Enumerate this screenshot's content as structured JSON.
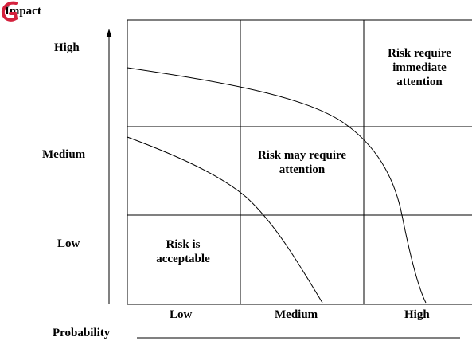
{
  "axes": {
    "y_title": "Impact",
    "x_title": "Probability",
    "y_levels": [
      "High",
      "Medium",
      "Low"
    ],
    "x_levels": [
      "Low",
      "Medium",
      "High"
    ]
  },
  "zones": {
    "acceptable_line1": "Risk is",
    "acceptable_line2": "acceptable",
    "may_require_line1": "Risk may require",
    "may_require_line2": "attention",
    "immediate_line1": "Risk require",
    "immediate_line2": "immediate",
    "immediate_line3": "attention"
  },
  "colors": {
    "line": "#000000",
    "text": "#000000",
    "logo_accent": "#d4213d"
  },
  "icons": {
    "y_axis_arrow": "arrow-up-icon",
    "corner_logo": "logo-mark"
  }
}
